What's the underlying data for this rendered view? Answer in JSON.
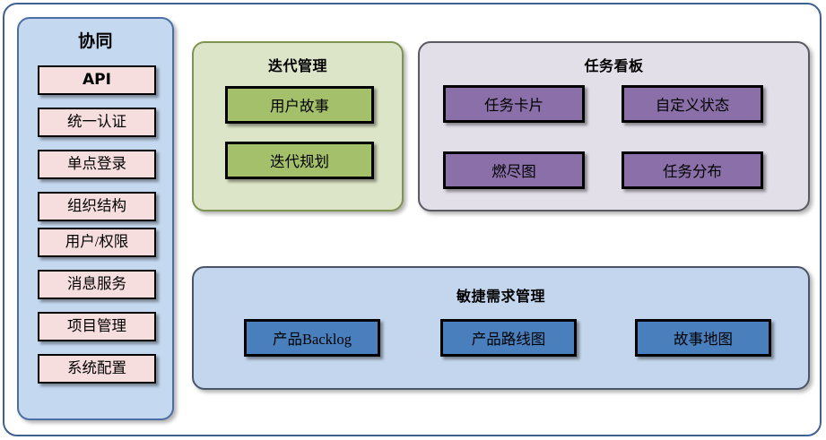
{
  "colors": {
    "outer_border": "#3f618f",
    "sidebar_fill": "#c4d8f0",
    "sidebar_border": "#4b6fa4",
    "sidebar_item_fill": "#f5dedd",
    "iteration_fill": "#dde5c8",
    "iteration_border": "#7f9452",
    "iteration_box_fill": "#a4c06b",
    "taskboard_fill": "#e3dfe9",
    "taskboard_border": "#5a5a62",
    "taskboard_box_fill": "#8a6fa8",
    "agile_fill": "#c3d6ed",
    "agile_border": "#4a5568",
    "agile_box_fill": "#4a7fbd",
    "box_border": "#000000"
  },
  "sidebar": {
    "title": "协同",
    "items": [
      {
        "label": "API",
        "bold": true
      },
      {
        "label": "统一认证",
        "bold": false
      },
      {
        "label": "单点登录",
        "bold": false
      },
      {
        "label": "组织结构",
        "bold": false
      },
      {
        "label": "用户/权限",
        "bold": false
      },
      {
        "label": "消息服务",
        "bold": false
      },
      {
        "label": "项目管理",
        "bold": false
      },
      {
        "label": "系统配置",
        "bold": false
      }
    ]
  },
  "iteration": {
    "title": "迭代管理",
    "boxes": [
      {
        "label": "用户故事"
      },
      {
        "label": "迭代规划"
      }
    ]
  },
  "taskboard": {
    "title": "任务看板",
    "boxes": [
      {
        "label": "任务卡片"
      },
      {
        "label": "自定义状态"
      },
      {
        "label": "燃尽图"
      },
      {
        "label": "任务分布"
      }
    ]
  },
  "agile": {
    "title": "敏捷需求管理",
    "boxes": [
      {
        "label": "产品Backlog",
        "prefix": "产品",
        "strong": "Backlog"
      },
      {
        "label": "产品路线图"
      },
      {
        "label": "故事地图"
      }
    ]
  }
}
